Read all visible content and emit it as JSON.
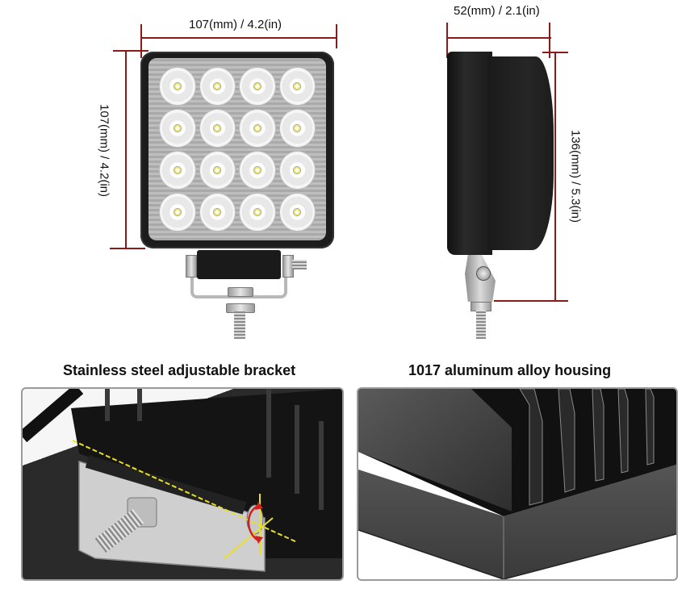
{
  "dimensions": {
    "front_width": "107(mm) / 4.2(in)",
    "front_height": "107(mm) / 4.2(in)",
    "side_depth": "52(mm) / 2.1(in)",
    "side_height": "136(mm) / 5.3(in)"
  },
  "front_view": {
    "led_count": 16,
    "led_rows": 4,
    "led_columns": 4
  },
  "captions": {
    "left": "Stainless steel adjustable bracket",
    "right": "1017 aluminum alloy housing"
  },
  "colors": {
    "dimension_line": "#8b1a1a",
    "housing": "#1c1c1c",
    "bracket": "#b8b8b8",
    "adjust_guide": "#e8e020",
    "rotate_arrow": "#d02020",
    "frame_border": "#9a9a9a"
  }
}
